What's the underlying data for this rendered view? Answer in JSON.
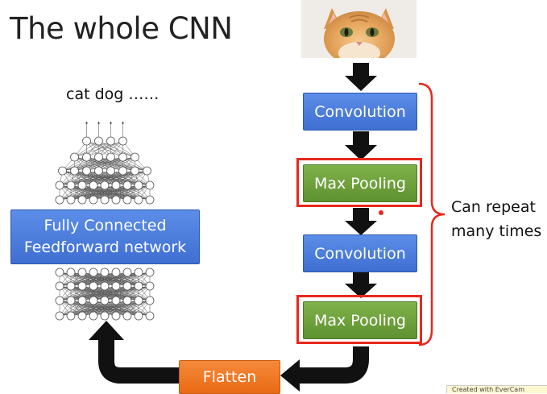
{
  "title": "The whole CNN",
  "outputs_label": "cat dog ……",
  "fc_box": {
    "line1": "Fully Connected",
    "line2": "Feedforward network"
  },
  "pipeline": {
    "conv1": "Convolution",
    "pool1": "Max Pooling",
    "conv2": "Convolution",
    "pool2": "Max Pooling",
    "flatten": "Flatten"
  },
  "repeat": {
    "line1": "Can repeat",
    "line2": "many times"
  },
  "watermark": "Created with EverCam",
  "colors": {
    "conv_blue": "#4a7bdc",
    "pool_green": "#6fa23c",
    "flatten_orange": "#f07a24",
    "highlight_red": "#e8281c",
    "arrow_black": "#111111",
    "network_node": "#555555"
  },
  "icons": [
    "cat-photo",
    "neural-network-icon",
    "down-arrow-icon",
    "curly-brace-icon",
    "flow-arrow-icon"
  ]
}
